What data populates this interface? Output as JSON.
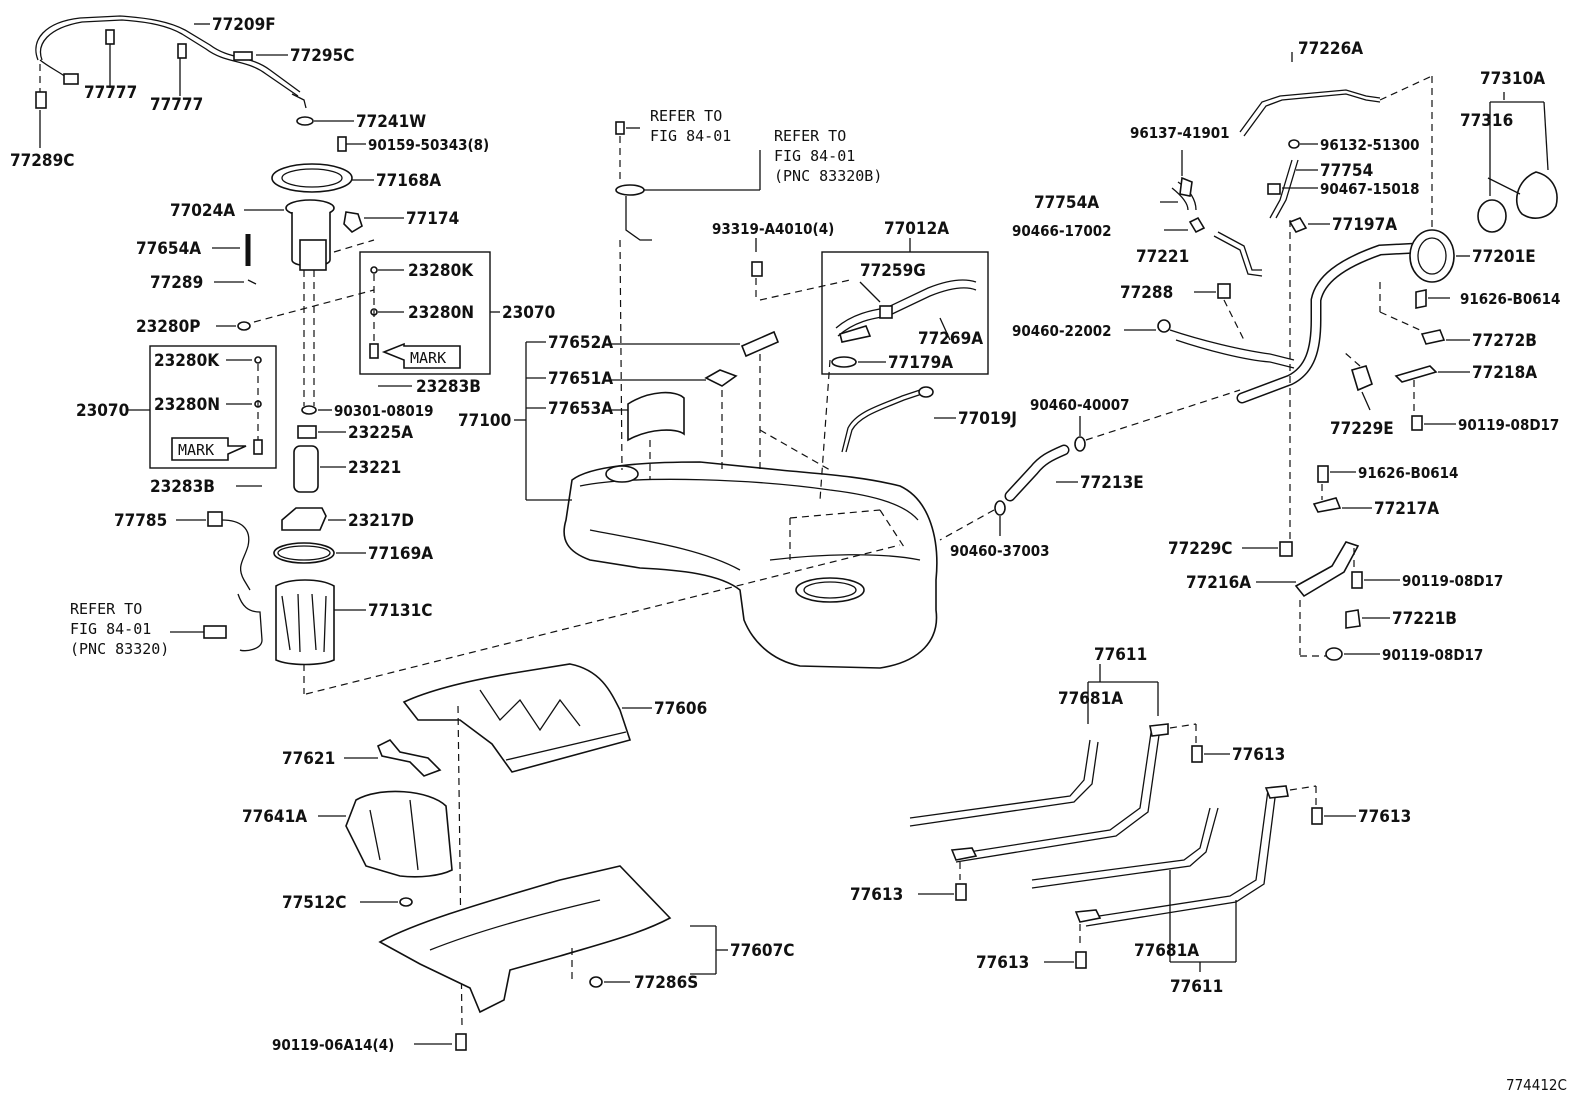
{
  "diagram_code": "774412C",
  "labels": {
    "p77209F": "77209F",
    "p77295C": "77295C",
    "p77777a": "77777",
    "p77777b": "77777",
    "p77289C": "77289C",
    "p77241W": "77241W",
    "p90159": "90159-50343(8)",
    "p77168A": "77168A",
    "p77024A": "77024A",
    "p77174": "77174",
    "p77654A": "77654A",
    "p77289": "77289",
    "p23280P": "23280P",
    "p23280K_l": "23280K",
    "p23280N_l": "23280N",
    "p23070_l": "23070",
    "p23283B_l": "23283B",
    "p23280K_r": "23280K",
    "p23280N_r": "23280N",
    "p23070_r": "23070",
    "p23283B_r": "23283B",
    "mark_l": "MARK",
    "mark_r": "MARK",
    "p90301": "90301-08019",
    "p23225A": "23225A",
    "p23221": "23221",
    "p77785": "77785",
    "p23217D": "23217D",
    "p77169A": "77169A",
    "p77131C": "77131C",
    "ref1_a": "REFER TO",
    "ref1_b": "FIG 84-01",
    "ref1_c": "(PNC 83320)",
    "ref2_a": "REFER TO",
    "ref2_b": "FIG 84-01",
    "ref3_a": "REFER TO",
    "ref3_b": "FIG 84-01",
    "ref3_c": "(PNC 83320B)",
    "p93319": "93319-A4010(4)",
    "p77012A": "77012A",
    "p77259G": "77259G",
    "p77269A": "77269A",
    "p77179A": "77179A",
    "p77652A": "77652A",
    "p77651A": "77651A",
    "p77653A": "77653A",
    "p77100": "77100",
    "p77019J": "77019J",
    "p90460_40007": "90460-40007",
    "p77213E": "77213E",
    "p90460_37003": "90460-37003",
    "p77606": "77606",
    "p77621": "77621",
    "p77641A": "77641A",
    "p77512C": "77512C",
    "p77607C": "77607C",
    "p77286S": "77286S",
    "p90119_06A14": "90119-06A14(4)",
    "p77226A": "77226A",
    "p96137": "96137-41901",
    "p96132": "96132-51300",
    "p77754": "77754",
    "p77754A": "77754A",
    "p90467": "90467-15018",
    "p90466": "90466-17002",
    "p77197A": "77197A",
    "p77221": "77221",
    "p77310A": "77310A",
    "p77316": "77316",
    "p77201E": "77201E",
    "p77288": "77288",
    "p91626_a": "91626-B0614",
    "p90460_22002": "90460-22002",
    "p77272B": "77272B",
    "p77218A": "77218A",
    "p77229E": "77229E",
    "p90119_08D17_a": "90119-08D17",
    "p91626_b": "91626-B0614",
    "p77217A": "77217A",
    "p77229C": "77229C",
    "p77216A": "77216A",
    "p90119_08D17_b": "90119-08D17",
    "p77221B": "77221B",
    "p90119_08D17_c": "90119-08D17",
    "p77611_t": "77611",
    "p77681A_t": "77681A",
    "p77613_a": "77613",
    "p77613_b": "77613",
    "p77613_c": "77613",
    "p77613_d": "77613",
    "p77681A_b": "77681A",
    "p77611_b": "77611"
  }
}
